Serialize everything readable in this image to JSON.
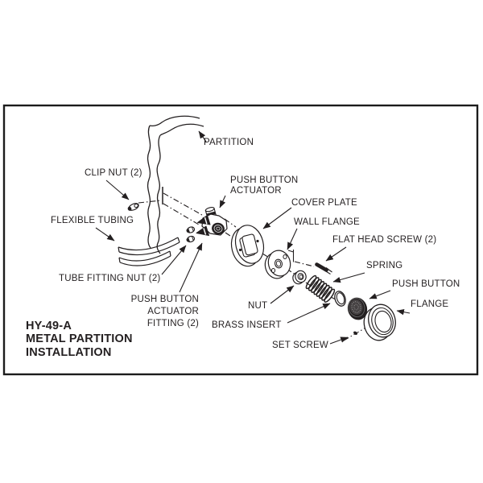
{
  "colors": {
    "ink": "#231f20",
    "background": "#ffffff"
  },
  "title_block": {
    "model": "HY-49-A",
    "subtitle_line1": "METAL PARTITION",
    "subtitle_line2": "INSTALLATION"
  },
  "labels": {
    "partition": "PARTITION",
    "clip_nut": "CLIP NUT (2)",
    "flexible_tubing": "FLEXIBLE TUBING",
    "tube_fitting_nut": "TUBE FITTING NUT (2)",
    "push_button_actuator": "PUSH BUTTON\nACTUATOR",
    "push_button_actuator_fitting": "PUSH BUTTON\nACTUATOR\nFITTING (2)",
    "cover_plate": "COVER PLATE",
    "wall_flange": "WALL FLANGE",
    "flat_head_screw": "FLAT HEAD SCREW (2)",
    "spring": "SPRING",
    "nut": "NUT",
    "brass_insert": "BRASS INSERT",
    "push_button": "PUSH BUTTON",
    "flange": "FLANGE",
    "set_screw": "SET SCREW"
  }
}
